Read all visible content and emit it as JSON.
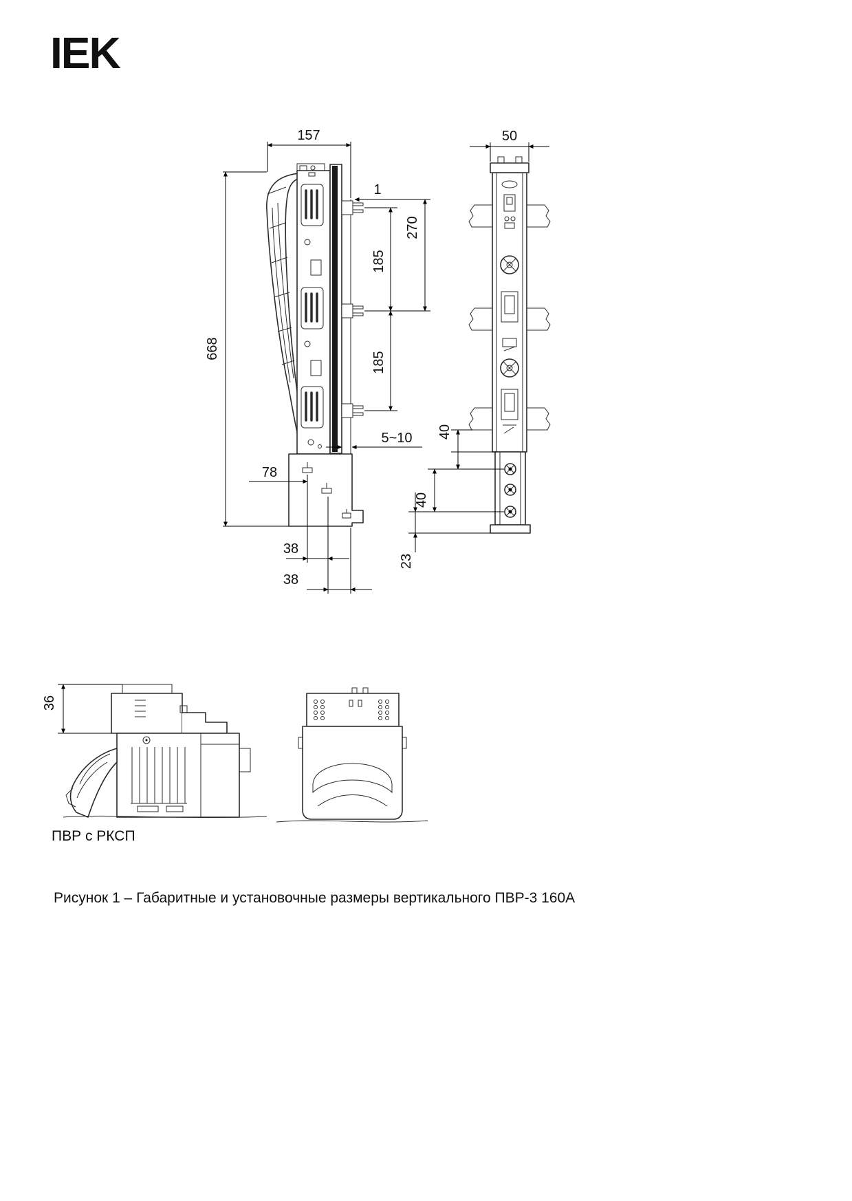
{
  "brand": {
    "logo_text": "IEK"
  },
  "caption": "Рисунок 1 – Габаритные и установочные размеры вертикального ПВР-3 160А",
  "views": {
    "side": {
      "dims": {
        "overall_width": "157",
        "overall_height": "668",
        "plate_offset": "1",
        "contact_span": "270",
        "pole_pitch_top": "185",
        "pole_pitch_bottom": "185",
        "panel_gap": "5~10",
        "base_depth": "78",
        "mount_offset_1": "38",
        "mount_offset_2": "38"
      }
    },
    "front": {
      "dims": {
        "overall_width": "50",
        "hole_pitch_1": "40",
        "hole_pitch_2": "40",
        "bottom_offset": "23"
      }
    },
    "accessory": {
      "label": "ПВР с РКСП",
      "dims": {
        "height": "36"
      }
    }
  }
}
